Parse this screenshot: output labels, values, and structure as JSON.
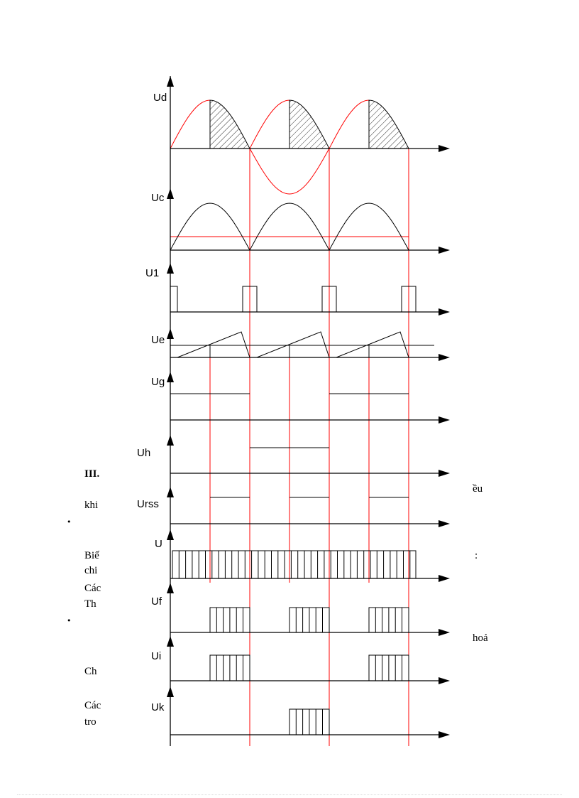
{
  "document_text": [
    {
      "id": "heading-iii",
      "text": "III.",
      "bold": true
    },
    {
      "id": "khi",
      "text": "khi"
    },
    {
      "id": "bie",
      "text": "Biế"
    },
    {
      "id": "chi",
      "text": "chi"
    },
    {
      "id": "cac-1",
      "text": "Các"
    },
    {
      "id": "tho",
      "text": "Th"
    },
    {
      "id": "cho",
      "text": "Ch"
    },
    {
      "id": "cac-2",
      "text": "Các"
    },
    {
      "id": "tro",
      "text": "tro"
    },
    {
      "id": "eu",
      "text": "ều"
    },
    {
      "id": "hoa",
      "text": "hoả"
    },
    {
      "id": "colon-mark",
      "text": ":"
    }
  ],
  "bullets": [
    "•",
    "•"
  ],
  "diagram": {
    "channels": [
      {
        "id": "ud",
        "label": "Ud"
      },
      {
        "id": "uc",
        "label": "Uc"
      },
      {
        "id": "u1",
        "label": "U1"
      },
      {
        "id": "ue",
        "label": "Ue"
      },
      {
        "id": "ug",
        "label": "Ug"
      },
      {
        "id": "uh",
        "label": "Uh"
      },
      {
        "id": "urss",
        "label": "Urss"
      },
      {
        "id": "u",
        "label": "U"
      },
      {
        "id": "uf",
        "label": "Uf"
      },
      {
        "id": "ui",
        "label": "Ui"
      },
      {
        "id": "uk",
        "label": "Uk"
      }
    ],
    "colors": {
      "trace": "#000000",
      "reference": "#ff0000"
    }
  }
}
